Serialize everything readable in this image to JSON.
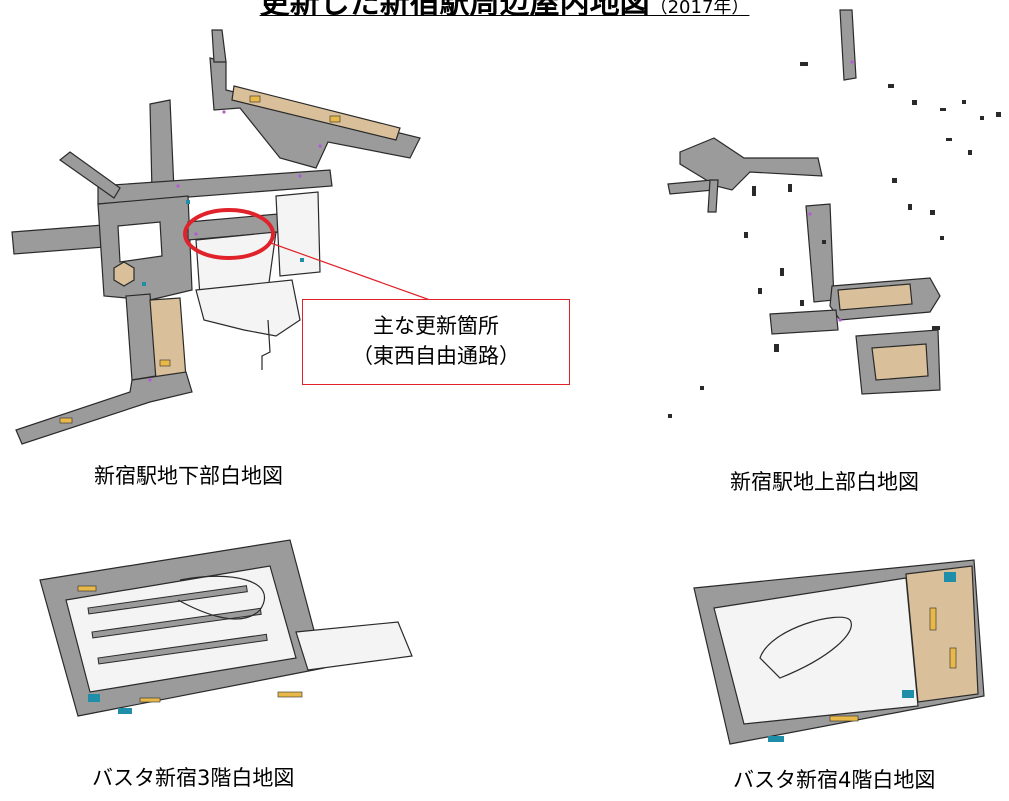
{
  "title": {
    "main": "更新した新宿駅周辺屋内地図",
    "sub": "（2017年）"
  },
  "callout": {
    "line1": "主な更新箇所",
    "line2": "（東西自由通路）",
    "color": "#e0232b"
  },
  "maps": [
    {
      "caption": "新宿駅地下部白地図"
    },
    {
      "caption": "新宿駅地上部白地図"
    },
    {
      "caption": "バスタ新宿3階白地図"
    },
    {
      "caption": "バスタ新宿4階白地図"
    }
  ],
  "colors": {
    "corridor": "#9b9b9b",
    "outline": "#2a2a2a",
    "floor_light": "#f4f4f4",
    "shop_tan": "#d9c09a",
    "stair_yellow": "#e8b94a",
    "elevator_teal": "#1f8ea8",
    "boundary_purple": "#b35ad6",
    "highlight_red": "#e0232b"
  }
}
